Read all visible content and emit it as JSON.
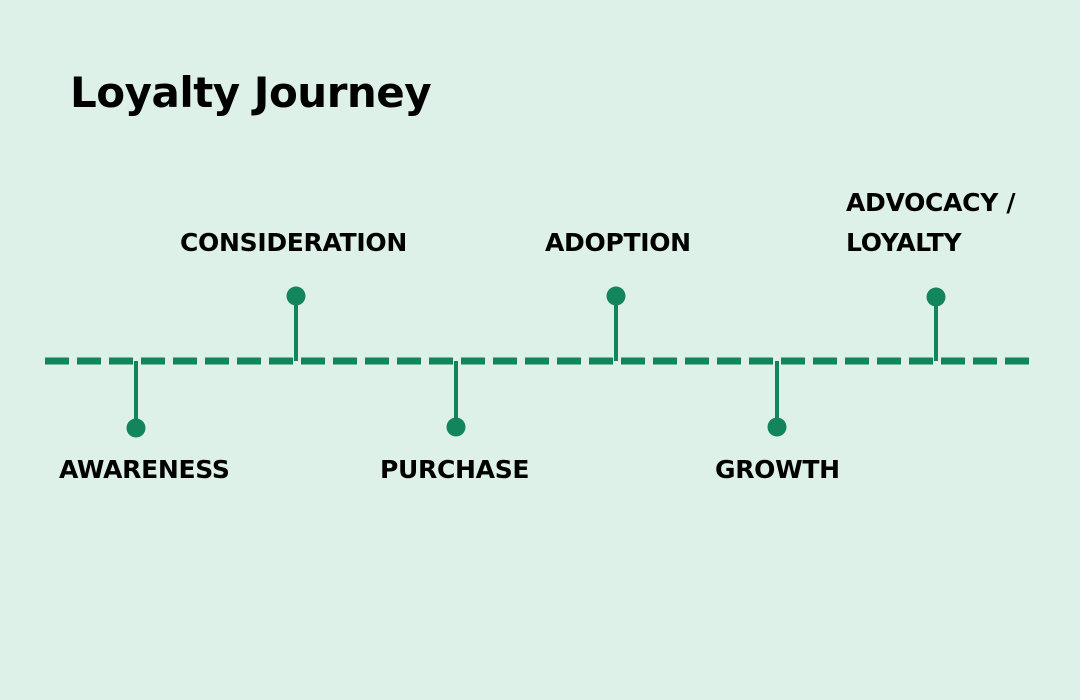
{
  "title": "Loyalty Journey",
  "colors": {
    "background": "#ddf1e9",
    "accent": "#13855d",
    "text": "#000000"
  },
  "stages": [
    {
      "lines": [
        "AWARENESS"
      ],
      "side": "below"
    },
    {
      "lines": [
        "CONSIDERATION"
      ],
      "side": "above"
    },
    {
      "lines": [
        "PURCHASE"
      ],
      "side": "below"
    },
    {
      "lines": [
        "ADOPTION"
      ],
      "side": "above"
    },
    {
      "lines": [
        "GROWTH"
      ],
      "side": "below"
    },
    {
      "lines": [
        "ADVOCACY /",
        "LOYALTY"
      ],
      "side": "above"
    }
  ]
}
